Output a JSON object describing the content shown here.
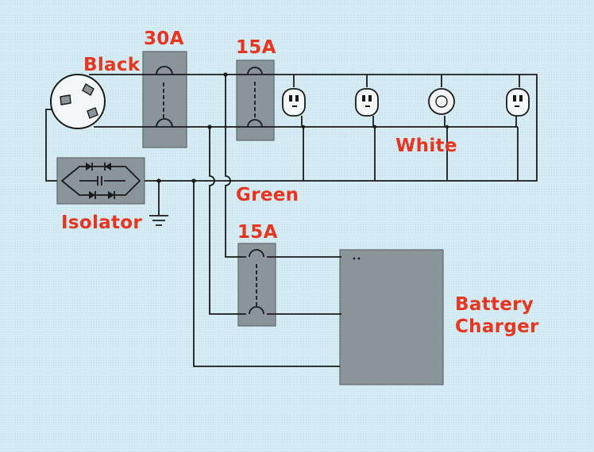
{
  "labels": {
    "breaker_main": "30A",
    "breaker_top": "15A",
    "breaker_bottom": "15A",
    "black": "Black",
    "white": "White",
    "green": "Green",
    "isolator": "Isolator",
    "charger_line1": "Battery",
    "charger_line2": "Charger"
  },
  "colors": {
    "label": "#e8351f",
    "background": "#d6ecf4",
    "component_fill": "#8a959b",
    "wire": "#1a1a1a"
  },
  "icons": {
    "inlet": "twist-lock-inlet-icon",
    "outlet": "duplex-outlet-icon",
    "gfci_outlet": "round-outlet-icon",
    "ground": "ground-symbol-icon",
    "isolator": "diode-bridge-icon"
  }
}
